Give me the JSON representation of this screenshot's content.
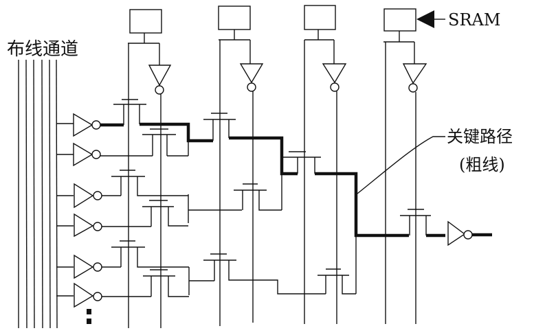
{
  "labels": {
    "routing_channel": "布线通道",
    "sram": "SRAM",
    "critical_path": "关键路径",
    "critical_path_note": "(粗线)"
  },
  "colors": {
    "line": "#111111",
    "background": "#ffffff"
  }
}
